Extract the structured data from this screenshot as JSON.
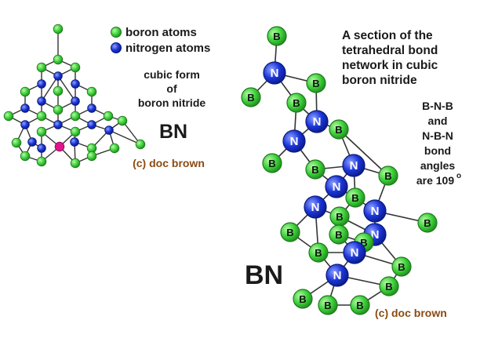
{
  "colors": {
    "boron": "#3ed23b",
    "boron_stroke": "#1f7a1d",
    "nitrogen": "#1c35d8",
    "nitrogen_stroke": "#0a1a7a",
    "highlight": "#e0148c",
    "bond": "#333333",
    "credit": "#8a4b12",
    "atom_text_boron": "#111111",
    "atom_text_nitrogen": "#ffffff"
  },
  "legend": {
    "boron": "boron atoms",
    "nitrogen": "nitrogen atoms"
  },
  "left_caption": [
    "cubic form",
    "of",
    "boron nitride"
  ],
  "left_formula": "BN",
  "left_credit": "(c) doc brown",
  "right_caption": [
    "A section of the",
    "tetrahedral bond",
    "network in cubic",
    "boron nitride"
  ],
  "angle_note": [
    "B-N-B",
    "and",
    "N-B-N",
    "bond",
    "angles",
    "are 109"
  ],
  "angle_degree": "o",
  "right_formula": "BN",
  "right_credit": "(c) doc brown",
  "atom_labels": {
    "boron": "B",
    "nitrogen": "N"
  }
}
